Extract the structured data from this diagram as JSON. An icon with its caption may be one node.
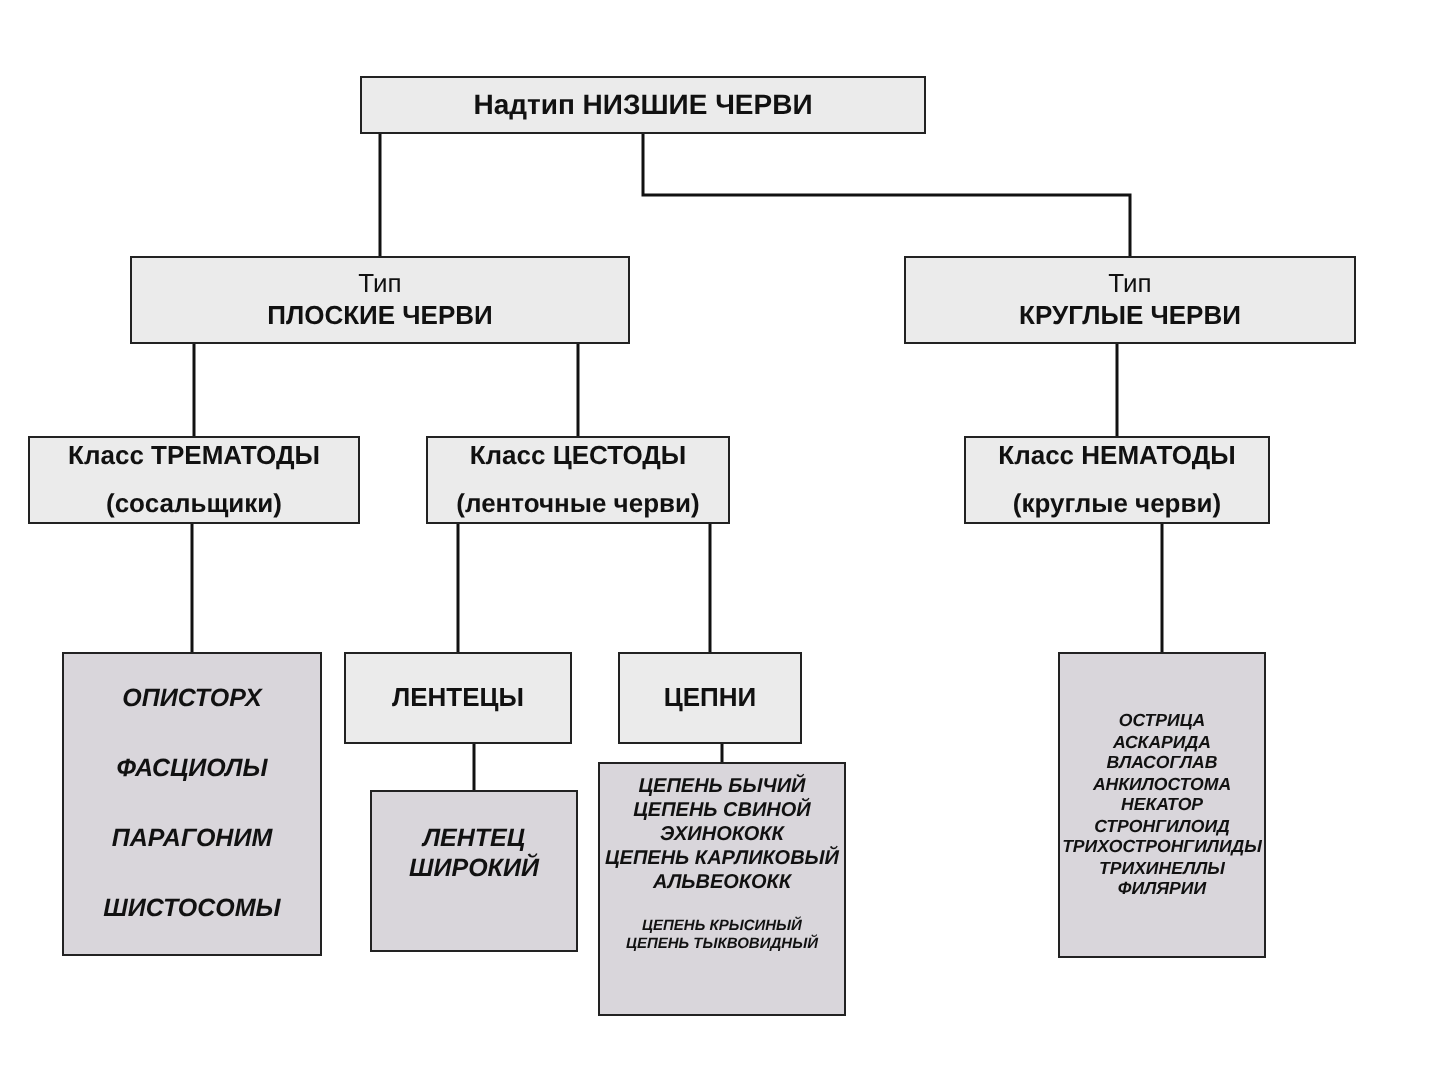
{
  "diagram": {
    "nodes": [
      {
        "text": [
          "Надтип НИЗШИЕ ЧЕРВИ"
        ]
      },
      {
        "text": [
          "Тип",
          "ПЛОСКИЕ ЧЕРВИ"
        ]
      },
      {
        "text": [
          "Тип",
          "КРУГЛЫЕ ЧЕРВИ"
        ]
      },
      {
        "text": [
          "Класс ТРЕМАТОДЫ",
          "(сосальщики)"
        ]
      },
      {
        "text": [
          "Класс ЦЕСТОДЫ",
          "(ленточные черви)"
        ]
      },
      {
        "text": [
          "Класс НЕМАТОДЫ",
          "(круглые черви)"
        ]
      },
      {
        "text": [
          "ОПИСТОРХ",
          "ФАСЦИОЛЫ",
          "ПАРАГОНИМ",
          "ШИСТОСОМЫ"
        ]
      },
      {
        "text": [
          "ЛЕНТЕЦЫ"
        ]
      },
      {
        "text": [
          "ЦЕПНИ"
        ]
      },
      {
        "text": [
          "ЛЕНТЕЦ ШИРОКИЙ"
        ]
      },
      {
        "text": [
          "ЦЕПЕНЬ БЫЧИЙ",
          "ЦЕПЕНЬ СВИНОЙ",
          "ЭХИНОКОКК",
          "ЦЕПЕНЬ КАРЛИКОВЫЙ",
          "АЛЬВЕОКОКК",
          "ЦЕПЕНЬ КРЫСИНЫЙ",
          "ЦЕПЕНЬ ТЫКВОВИДНЫЙ"
        ]
      },
      {
        "text": [
          "ОСТРИЦА",
          "АСКАРИДА",
          "ВЛАСОГЛАВ",
          "АНКИЛОСТОМА",
          "НЕКАТОР",
          "СТРОНГИЛОИД",
          "ТРИХОСТРОНГИЛИДЫ",
          "ТРИХИНЕЛЛЫ",
          "ФИЛЯРИИ"
        ]
      }
    ],
    "edges": [
      {
        "from": 0,
        "to": 1,
        "arrow": "none"
      },
      {
        "from": 0,
        "to": 2,
        "arrow": "none"
      },
      {
        "from": 1,
        "to": 3,
        "arrow": "none"
      },
      {
        "from": 1,
        "to": 4,
        "arrow": "none"
      },
      {
        "from": 2,
        "to": 5,
        "arrow": "none"
      },
      {
        "from": 3,
        "to": 6,
        "arrow": "none"
      },
      {
        "from": 4,
        "to": 7,
        "arrow": "none"
      },
      {
        "from": 4,
        "to": 8,
        "arrow": "none"
      },
      {
        "from": 5,
        "to": 11,
        "arrow": "none"
      },
      {
        "from": 7,
        "to": 9,
        "arrow": "none"
      },
      {
        "from": 8,
        "to": 10,
        "arrow": "none"
      }
    ]
  }
}
